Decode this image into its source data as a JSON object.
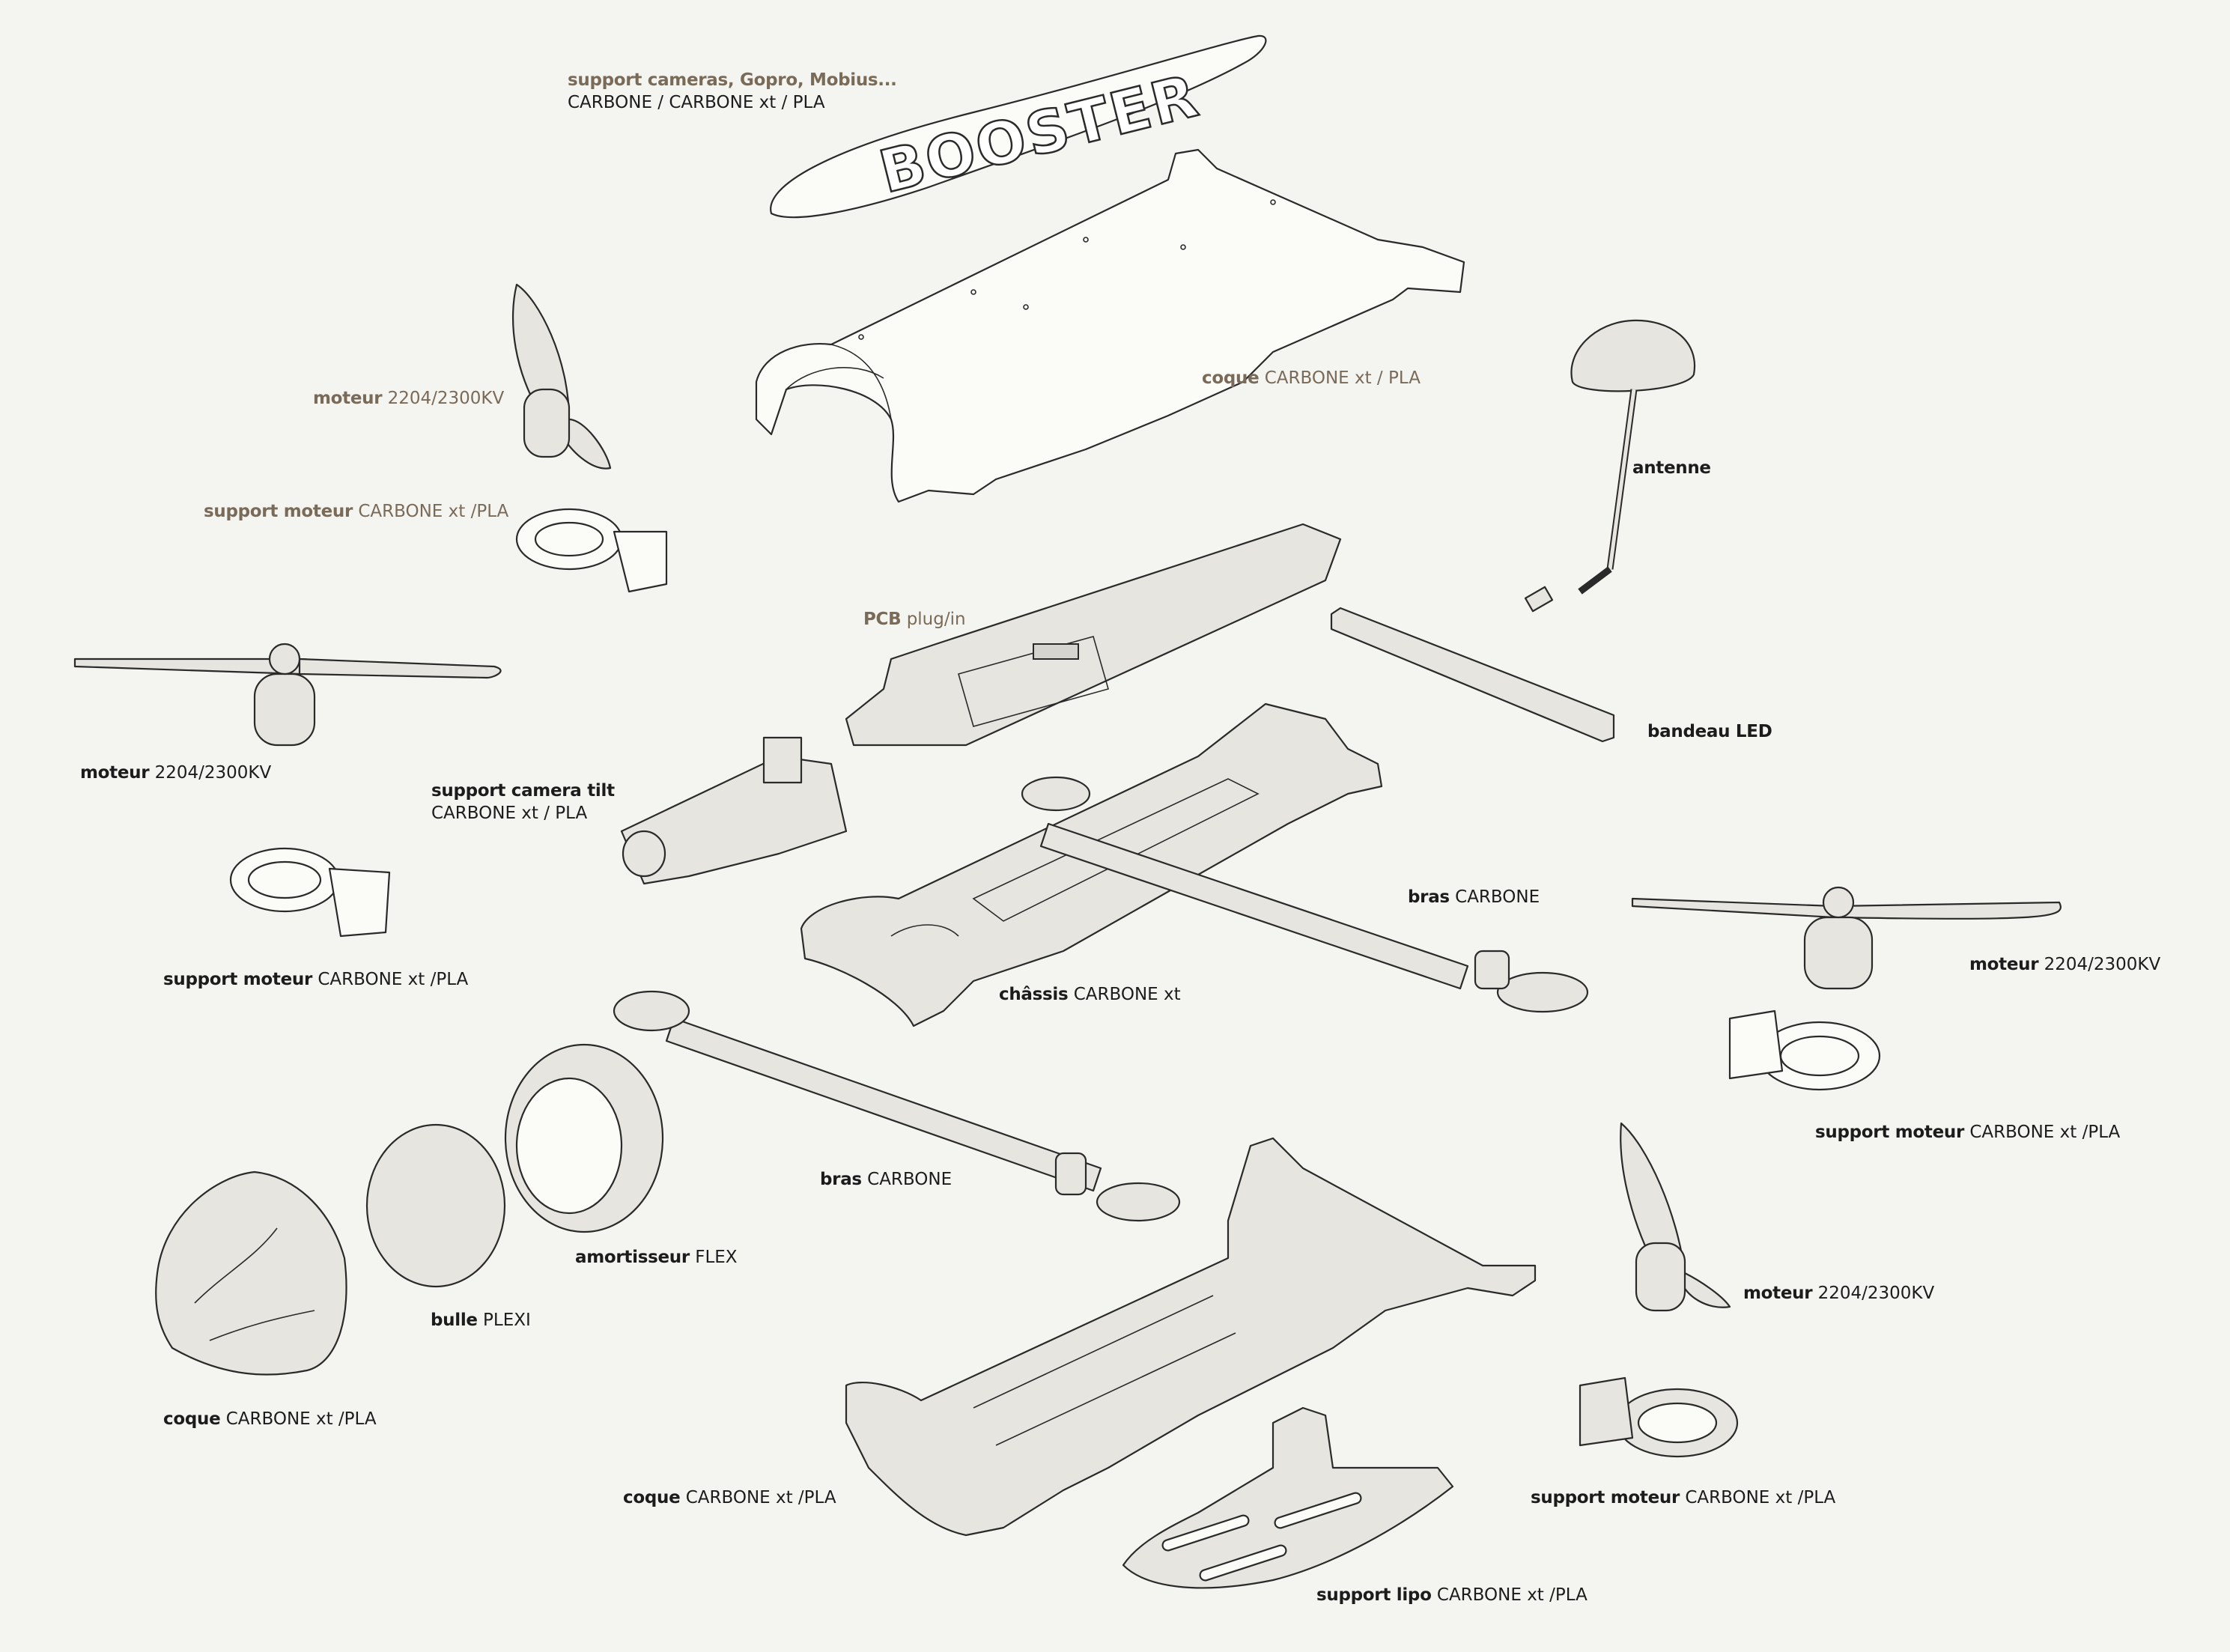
{
  "colors": {
    "background": "#f4f4f1",
    "ink": "#1c1c1c",
    "accent_text": "#7a6a58",
    "part_fill": "#e6e5e0"
  },
  "labels": {
    "camera_mount": {
      "bold": "support cameras, Gopro, Mobius...",
      "sub": "CARBONE / CARBONE xt / PLA"
    },
    "top_shell": {
      "bold": "coque",
      "rest": "CARBONE xt / PLA"
    },
    "motor_1": {
      "bold": "moteur",
      "rest": "2204/2300KV"
    },
    "motor_mount_1": {
      "bold": "support moteur",
      "rest": "CARBONE xt /PLA"
    },
    "antenna": {
      "bold": "antenne",
      "rest": ""
    },
    "pcb": {
      "bold": "PCB",
      "rest": "plug/in"
    },
    "led_strip": {
      "bold": "bandeau LED",
      "rest": ""
    },
    "motor_2": {
      "bold": "moteur",
      "rest": "2204/2300KV"
    },
    "camera_tilt": {
      "bold": "support camera tilt",
      "sub": "CARBONE xt / PLA"
    },
    "arm_1": {
      "bold": "bras",
      "rest": "CARBONE"
    },
    "motor_mount_2": {
      "bold": "support moteur",
      "rest": "CARBONE xt /PLA"
    },
    "chassis": {
      "bold": "châssis",
      "rest": "CARBONE xt"
    },
    "motor_3": {
      "bold": "moteur",
      "rest": "2204/2300KV"
    },
    "motor_mount_3": {
      "bold": "support moteur",
      "rest": "CARBONE xt /PLA"
    },
    "arm_2": {
      "bold": "bras",
      "rest": "CARBONE"
    },
    "damper": {
      "bold": "amortisseur",
      "rest": "FLEX"
    },
    "motor_4": {
      "bold": "moteur",
      "rest": "2204/2300KV"
    },
    "bubble": {
      "bold": "bulle",
      "rest": "PLEXI"
    },
    "nose_shell": {
      "bold": "coque",
      "rest": "CARBONE xt /PLA"
    },
    "bottom_shell": {
      "bold": "coque",
      "rest": "CARBONE xt /PLA"
    },
    "motor_mount_4": {
      "bold": "support moteur",
      "rest": "CARBONE xt /PLA"
    },
    "lipo_mount": {
      "bold": "support lipo",
      "rest": "CARBONE xt /PLA"
    }
  },
  "board_logo": {
    "text": "BOOSTER",
    "icon": "booster-logo"
  }
}
